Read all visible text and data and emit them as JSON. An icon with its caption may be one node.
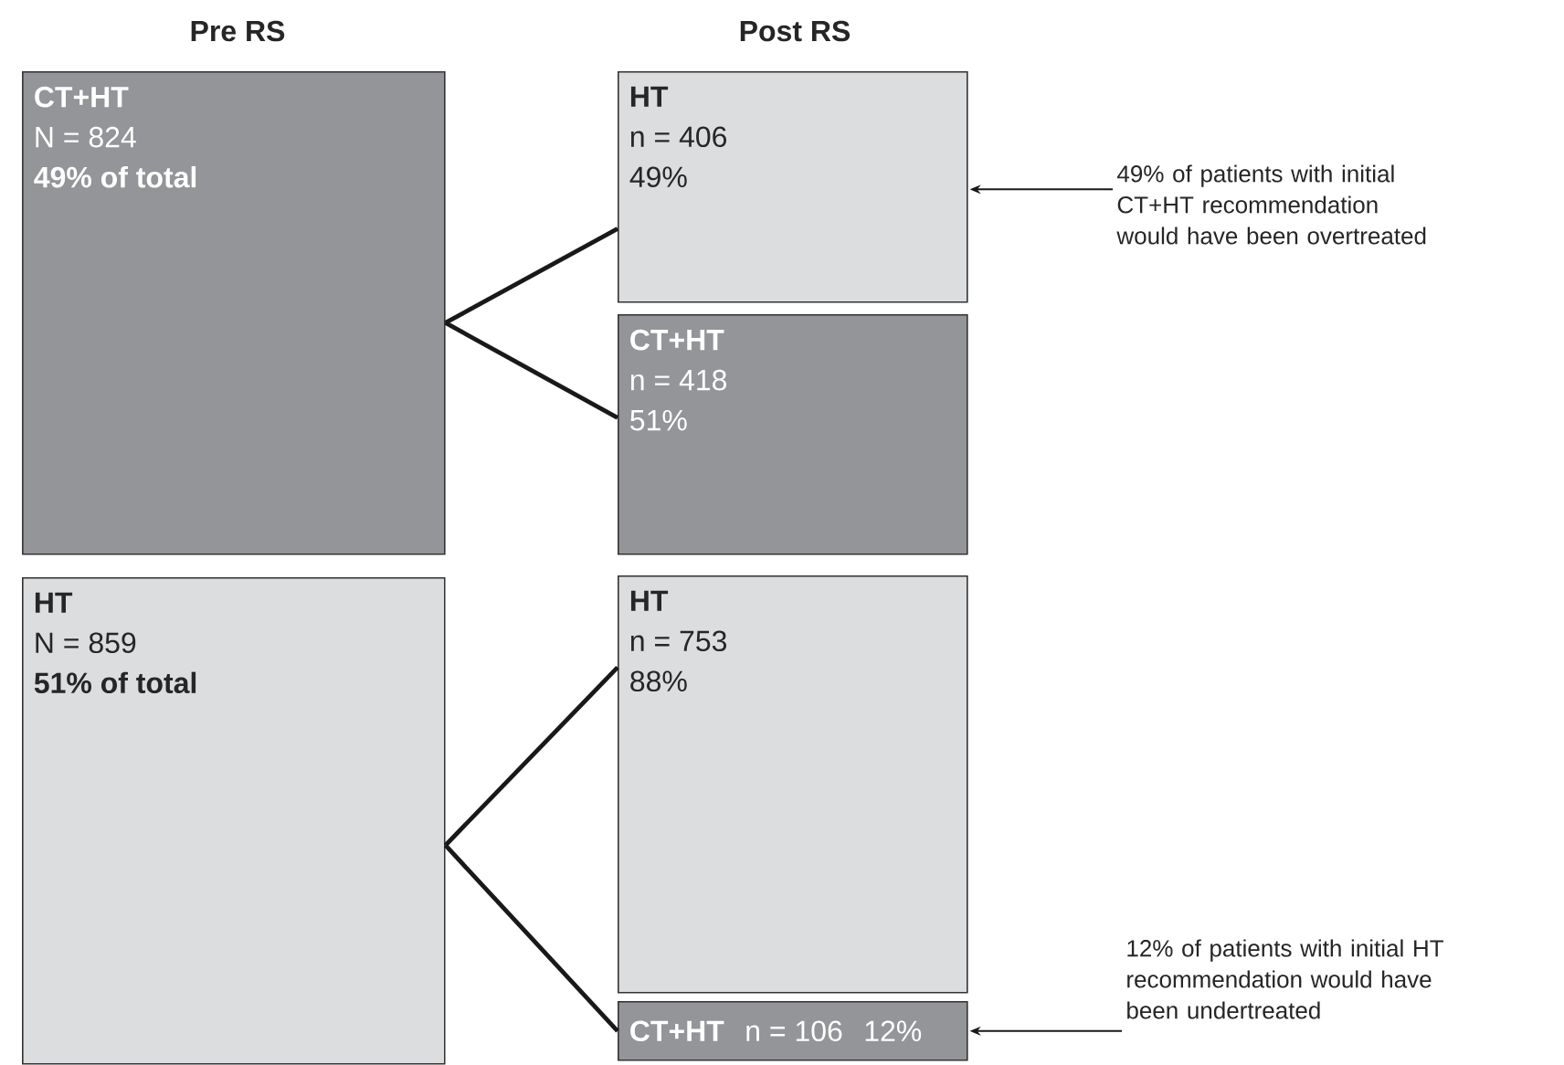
{
  "diagram": {
    "nodes": [
      {
        "text": [
          "CT+HT",
          "N = 824",
          "49% of total"
        ]
      },
      {
        "text": [
          "HT",
          "n = 406",
          "49%"
        ]
      },
      {
        "text": [
          "CT+HT",
          "n = 418",
          "51%"
        ]
      },
      {
        "text": [
          "HT",
          "N = 859",
          "51% of total"
        ]
      },
      {
        "text": [
          "HT",
          "n = 753",
          "88%"
        ]
      },
      {
        "text": [
          "CT+HT",
          "n = 106",
          "12%"
        ]
      },
      {
        "text": [
          "49% of patients with initial CT+HT recommendation would have been overtreated"
        ]
      },
      {
        "text": [
          "12% of patients with initial HT recommendation would have been undertreated"
        ]
      }
    ],
    "edges": [
      {
        "from": 0,
        "to": 1,
        "arrow": "none"
      },
      {
        "from": 0,
        "to": 2,
        "arrow": "none"
      },
      {
        "from": 3,
        "to": 4,
        "arrow": "none"
      },
      {
        "from": 3,
        "to": 5,
        "arrow": "none"
      },
      {
        "from": 6,
        "to": 1,
        "arrow": "to"
      },
      {
        "from": 7,
        "to": 5,
        "arrow": "to"
      }
    ],
    "labels": [
      "Pre RS",
      "Post RS"
    ]
  }
}
